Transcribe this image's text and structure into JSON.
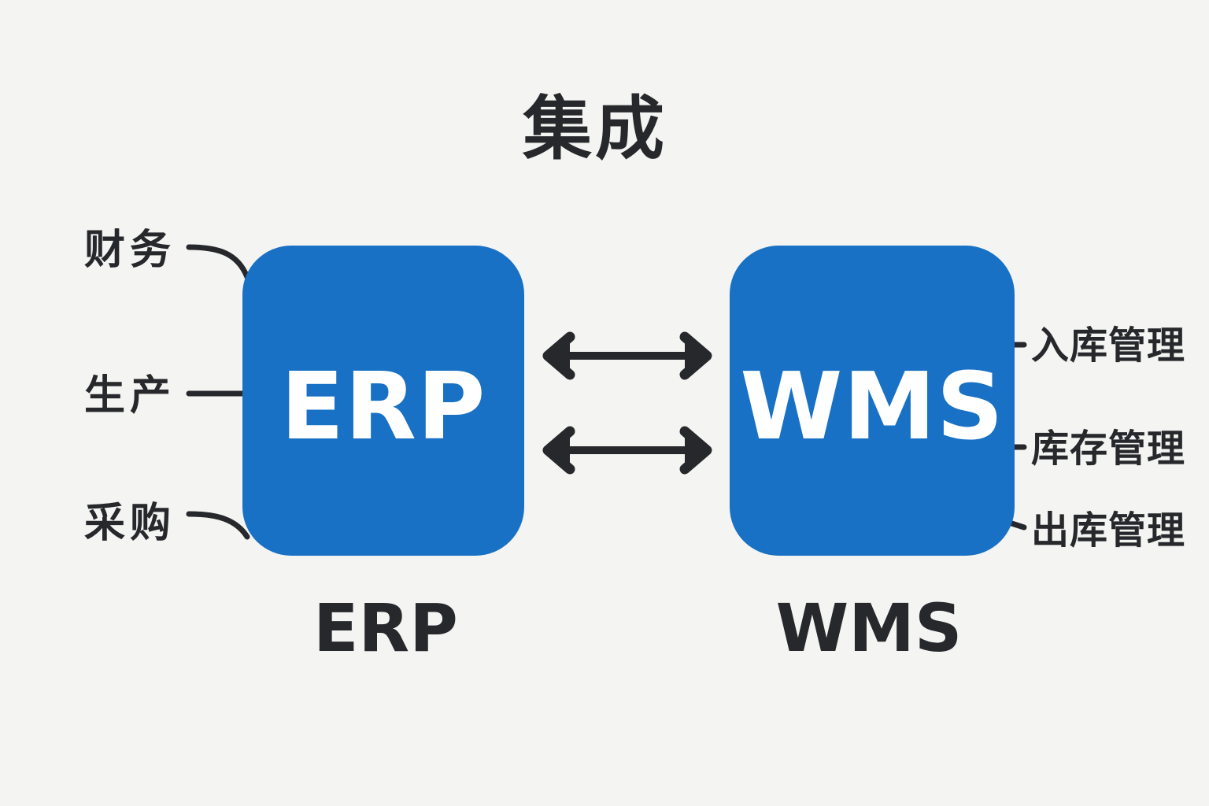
{
  "diagram": {
    "title": "集成",
    "erp": {
      "box_label": "ERP",
      "caption": "ERP",
      "modules": [
        "财务",
        "生产",
        "采购"
      ]
    },
    "wms": {
      "box_label": "WMS",
      "caption": "WMS",
      "functions": [
        "入库管理",
        "库存管理",
        "出库管理"
      ]
    },
    "connection": {
      "type": "bidirectional",
      "arrow_count": 2
    },
    "colors": {
      "background": "#f4f4f2",
      "node_blue": "#1871c5",
      "node_text": "#ffffff",
      "ink": "#26282c"
    }
  }
}
